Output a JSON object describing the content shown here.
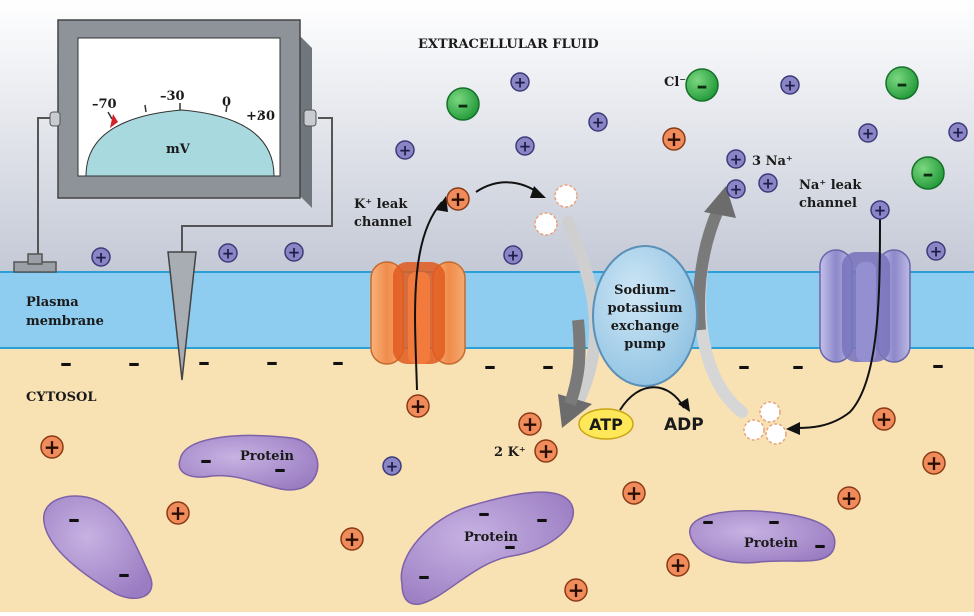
{
  "labels": {
    "extracellular": "EXTRACELLULAR FLUID",
    "cytosol": "CYTOSOL",
    "membrane_line1": "Plasma",
    "membrane_line2": "membrane",
    "k_leak_line1": "K⁺ leak",
    "k_leak_line2": "channel",
    "na_leak_line1": "Na⁺ leak",
    "na_leak_line2": "channel",
    "pump_line1": "Sodium–",
    "pump_line2": "potassium",
    "pump_line3": "exchange",
    "pump_line4": "pump",
    "atp": "ATP",
    "adp": "ADP",
    "three_na": "3 Na⁺",
    "two_k": "2 K⁺",
    "cl": "Cl⁻",
    "protein": "Protein"
  },
  "meter": {
    "unit": "mV",
    "ticks": [
      "–70",
      "–30",
      "0",
      "+30"
    ]
  },
  "symbols": {
    "plus": "+",
    "minus": "–"
  },
  "colors": {
    "extracellular_top": "#ffffff",
    "extracellular_bottom": "#c9ced9",
    "membrane": "#8ecdf0",
    "cytosol": "#f8e2b4",
    "potassium": "#f08c5c",
    "sodium": "#8a86c6",
    "chloride": "#3cb54a",
    "protein": "#a98dcc",
    "atp": "#ffe75a"
  }
}
